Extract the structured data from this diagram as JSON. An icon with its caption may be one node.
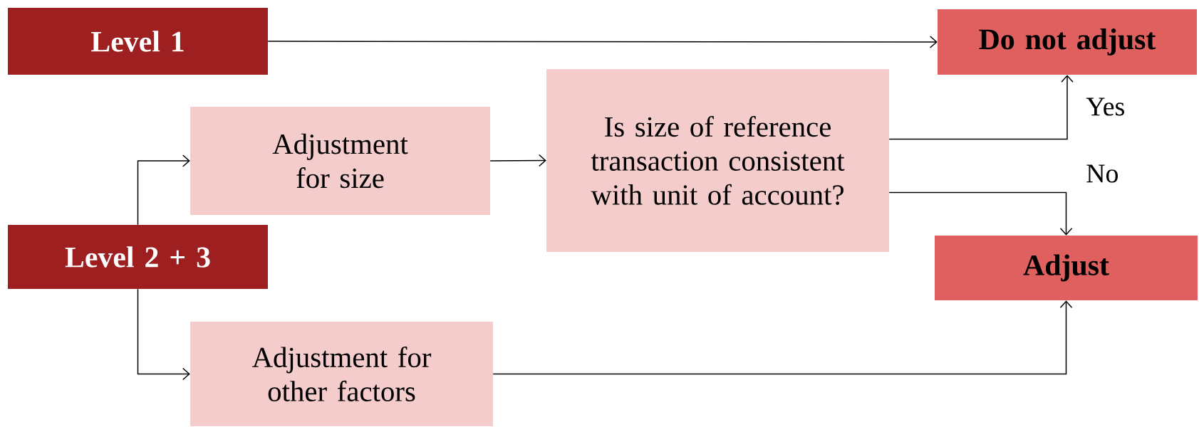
{
  "diagram": {
    "nodes": [
      {
        "text": [
          "Level 1"
        ]
      },
      {
        "text": [
          "Do not adjust"
        ]
      },
      {
        "text": [
          "Adjustment for size"
        ]
      },
      {
        "text": [
          "Is size of reference transaction consistent with unit of account?"
        ]
      },
      {
        "text": [
          "Level 2 + 3"
        ]
      },
      {
        "text": [
          "Adjust"
        ]
      },
      {
        "text": [
          "Adjustment for other factors"
        ]
      }
    ],
    "edges": [
      {
        "from": 0,
        "to": 1,
        "arrow": "to"
      },
      {
        "from": 4,
        "to": 2,
        "arrow": "to"
      },
      {
        "from": 4,
        "to": 6,
        "arrow": "to"
      },
      {
        "from": 2,
        "to": 3,
        "arrow": "to"
      },
      {
        "from": 3,
        "to": 1,
        "arrow": "to",
        "label": "Yes"
      },
      {
        "from": 3,
        "to": 5,
        "arrow": "to",
        "label": "No"
      },
      {
        "from": 6,
        "to": 5,
        "arrow": "to"
      }
    ]
  }
}
